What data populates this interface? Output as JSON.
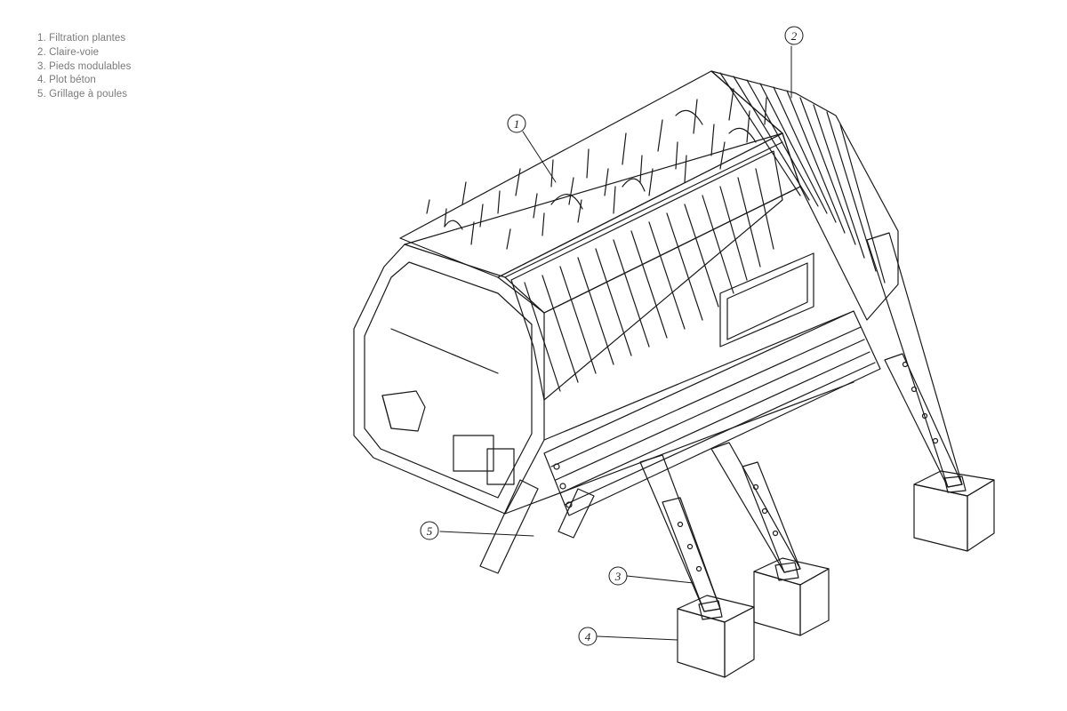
{
  "legend": {
    "items": [
      "1. Filtration plantes",
      "2. Claire-voie",
      "3. Pieds modulables",
      "4. Plot béton",
      "5. Grillage à poules"
    ]
  },
  "callouts": {
    "c1": "1",
    "c2": "2",
    "c3": "3",
    "c4": "4",
    "c5": "5"
  },
  "colors": {
    "ink": "#1a1a1a",
    "legend_text": "#7a7a7a",
    "background": "#ffffff"
  }
}
